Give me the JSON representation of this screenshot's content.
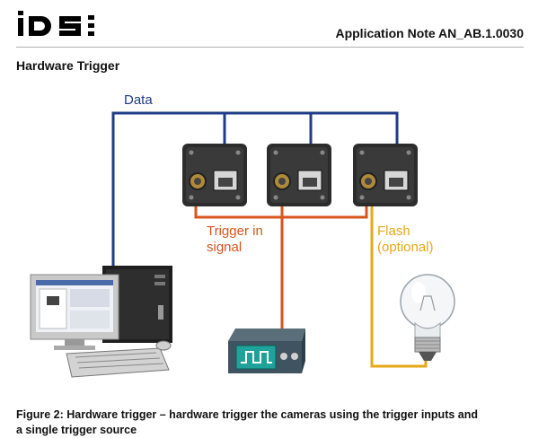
{
  "header": {
    "logo_text": "iDS",
    "doc_title": "Application Note AN_AB.1.0030"
  },
  "section": {
    "heading": "Hardware Trigger"
  },
  "diagram": {
    "label_data": "Data",
    "label_trigger_line1": "Trigger in",
    "label_trigger_line2": "signal",
    "label_flash_line1": "Flash",
    "label_flash_line2": "(optional)",
    "colors": {
      "data_cable": "#1f3c88",
      "trigger_cable": "#d9541e",
      "flash_cable": "#e6a817",
      "camera_body": "#2c2c2c"
    },
    "icons": [
      "computer-icon",
      "camera-icon",
      "trigger-box-icon",
      "light-bulb-icon"
    ]
  },
  "caption": {
    "line1": "Figure 2: Hardware trigger – hardware trigger the cameras using the trigger inputs and",
    "line2": "a single trigger source"
  }
}
